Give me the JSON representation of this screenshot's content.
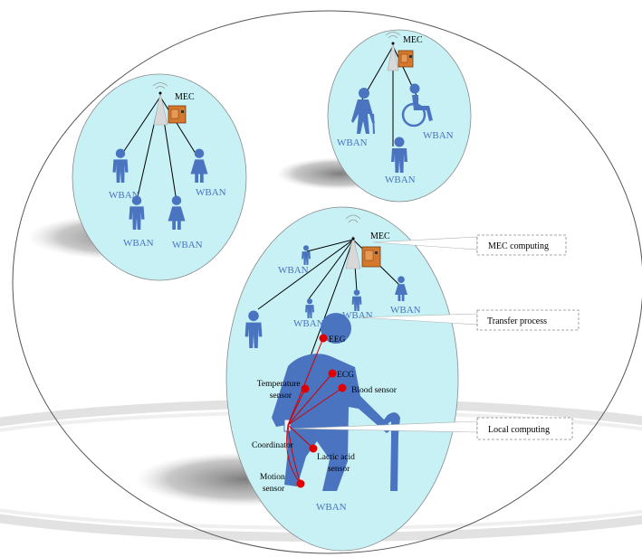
{
  "colors": {
    "cell_fill": "#c7f1f5",
    "cell_stroke": "#8a8a8a",
    "person": "#4a74c0",
    "sensor": "#e00000",
    "wban_text": "#4a74c0",
    "server": "#d4782c",
    "outer": "#555555"
  },
  "icons": {
    "tower": "antenna-tower-icon",
    "server": "mec-server-icon",
    "person": "person-icon",
    "elder": "elderly-person-with-cane-icon",
    "wheelchair": "wheelchair-user-icon"
  },
  "cells": {
    "left": {
      "mec": "MEC",
      "wban_labels": [
        "WBAN",
        "WBAN",
        "WBAN",
        "WBAN"
      ]
    },
    "top": {
      "mec": "MEC",
      "wban_labels": [
        "WBAN",
        "WBAN",
        "WBAN"
      ]
    },
    "main": {
      "mec": "MEC",
      "wban_labels": [
        "WBAN",
        "WBAN",
        "WBAN",
        "WBAN"
      ],
      "big_wban": "WBAN"
    }
  },
  "sensors": {
    "eeg": "EEG",
    "ecg": "ECG",
    "temperature": [
      "Temperature",
      "sensor"
    ],
    "blood": "Blood sensor",
    "coordinator": "Coordinator",
    "lactic": [
      "Lactic acid",
      "sensor"
    ],
    "motion": [
      "Motion",
      "sensor"
    ]
  },
  "callouts": {
    "mec_computing": "MEC computing",
    "transfer": "Transfer process",
    "local": "Local computing"
  }
}
